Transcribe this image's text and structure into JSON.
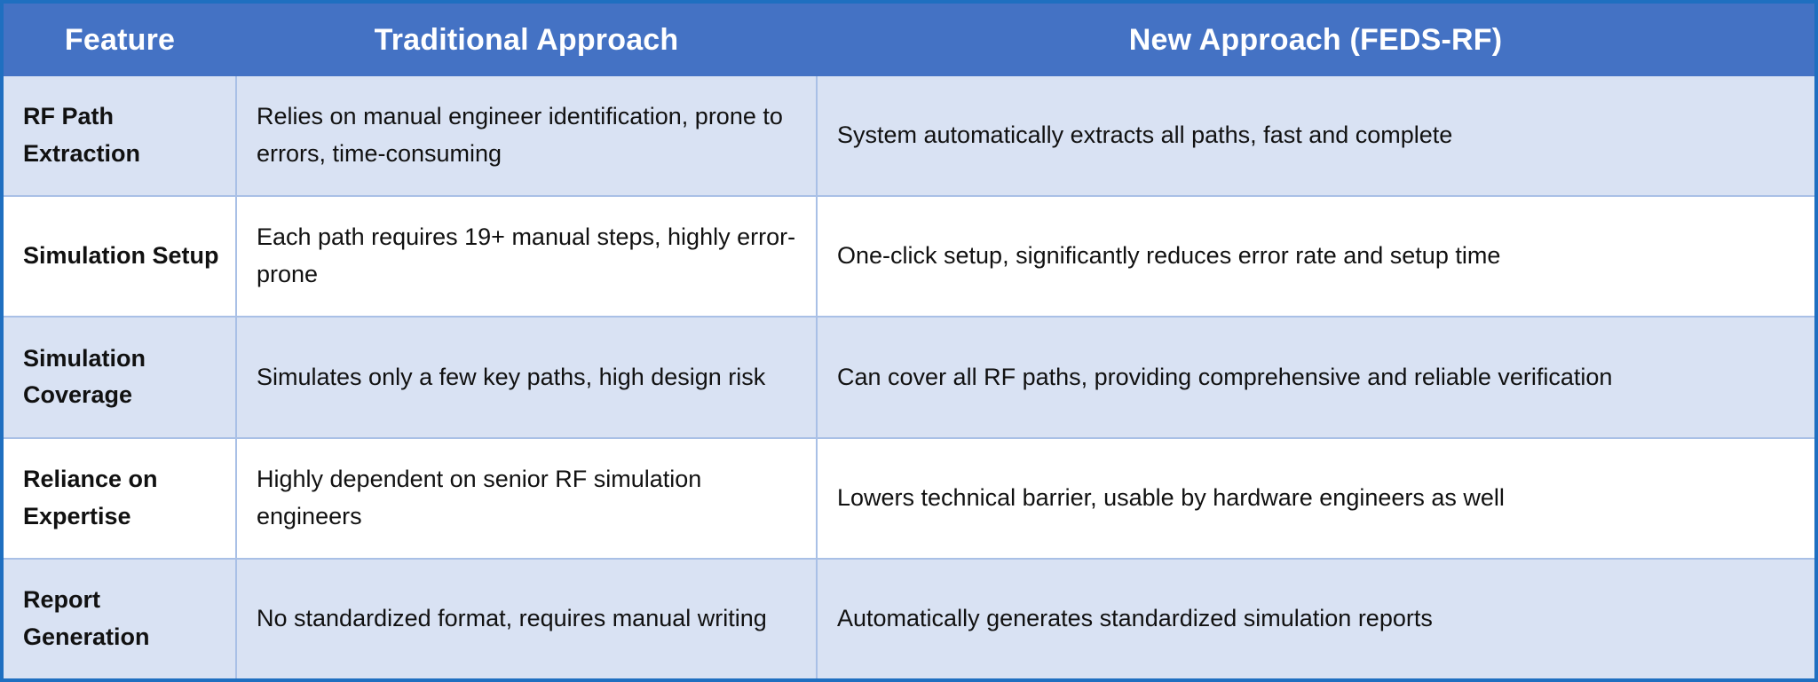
{
  "table": {
    "columns": [
      "Feature",
      "Traditional Approach",
      "New Approach (FEDS-RF)"
    ],
    "colors": {
      "header_background": "#4472C4",
      "header_text": "#FFFFFF",
      "frame": "#1F6FC0",
      "row_shade": "#D9E2F3",
      "row_plain": "#FFFFFF",
      "grid_line": "#A9C0E6",
      "body_text": "#111111"
    },
    "rows": [
      {
        "feature": "RF Path Extraction",
        "traditional": "Relies on manual engineer identification, prone to errors, time-consuming",
        "new_approach": "System automatically extracts all paths, fast and complete"
      },
      {
        "feature": "Simulation Setup",
        "traditional": "Each path requires 19+ manual steps, highly error-prone",
        "new_approach": "One-click setup, significantly reduces error rate and setup time"
      },
      {
        "feature": "Simulation Coverage",
        "traditional": "Simulates only a few key paths, high design risk",
        "new_approach": "Can cover all RF paths, providing comprehensive and reliable verification"
      },
      {
        "feature": "Reliance on Expertise",
        "traditional": "Highly dependent on senior RF simulation engineers",
        "new_approach": "Lowers technical barrier, usable by hardware engineers as well"
      },
      {
        "feature": "Report Generation",
        "traditional": "No standardized format, requires manual writing",
        "new_approach": "Automatically generates standardized simulation reports"
      }
    ]
  }
}
